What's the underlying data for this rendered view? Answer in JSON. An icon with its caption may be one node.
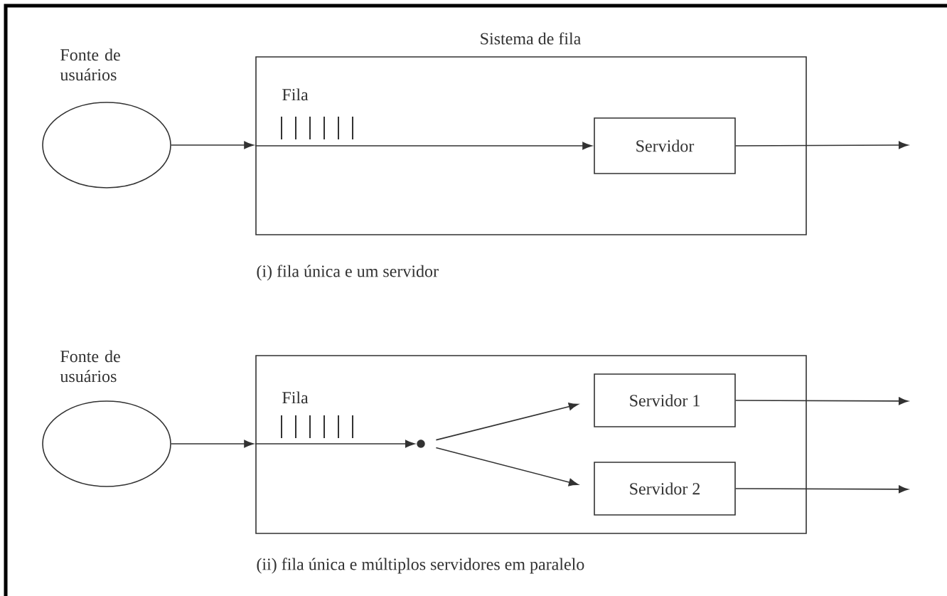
{
  "diagram": {
    "nodes": [
      {
        "text": [],
        "shape": "circle",
        "beside": [
          "Fonte de usuários"
        ]
      },
      {
        "text": [
          "Sistema de fila"
        ]
      },
      {
        "text": [
          "Servidor"
        ],
        "in": 1
      },
      {
        "text": [],
        "shape": "circle",
        "beside": [
          "Fonte de usuários"
        ]
      },
      {
        "text": [],
        "shape": "box"
      },
      {
        "text": [
          "Servidor 1"
        ],
        "in": 4
      },
      {
        "text": [
          "Servidor 2"
        ],
        "in": 4
      },
      {
        "text": [],
        "shape": "dot",
        "in": 4
      }
    ],
    "edges": [
      {
        "from": 0,
        "to": 1,
        "arrow": "to"
      },
      {
        "from": 1,
        "to": 2,
        "arrow": "to"
      },
      {
        "from": 2,
        "to": null,
        "arrow": "to"
      },
      {
        "from": 3,
        "to": 4,
        "arrow": "to"
      },
      {
        "from": 4,
        "to": 7,
        "arrow": "to"
      },
      {
        "from": 7,
        "to": 5,
        "arrow": "to"
      },
      {
        "from": 7,
        "to": 6,
        "arrow": "to"
      },
      {
        "from": 5,
        "to": null,
        "arrow": "to"
      },
      {
        "from": 6,
        "to": null,
        "arrow": "to"
      }
    ],
    "labels": [
      "Fila",
      "(i) fila única e um servidor",
      "Fila",
      "(ii) fila única e múltiplos servidores em paralelo"
    ]
  }
}
